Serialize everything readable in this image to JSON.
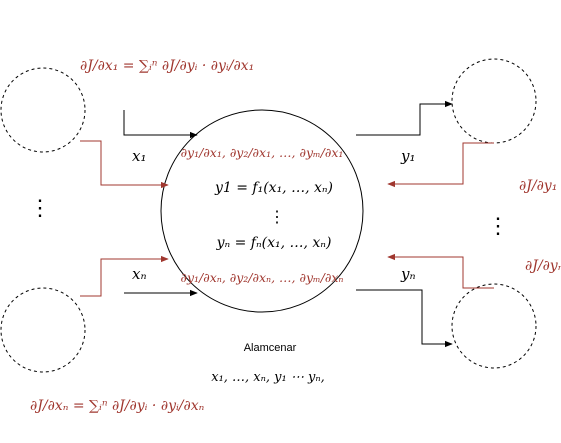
{
  "colors": {
    "black": "#000000",
    "red": "#a0372f"
  },
  "central_node": {
    "top_red": "∂y₁/∂x₁, ∂y₂/∂x₁, …, ∂yₘ/∂x₁",
    "eq_y1": "y1 = f₁(x₁, …, xₙ)",
    "vdots": "⋮",
    "eq_yn": "yₙ = fₙ(x₁, …, xₙ)",
    "bottom_red": "∂y₁/∂xₙ, ∂y₂/∂xₙ, …, ∂yₘ/∂xₙ"
  },
  "edge_labels": {
    "x1": "x₁",
    "xn": "xₙ",
    "y1": "y₁",
    "yn": "yₙ"
  },
  "gradients": {
    "dJ_dx1": "∂J/∂x₁ = ∑ᵢⁿ ∂J/∂yᵢ · ∂yᵢ/∂x₁",
    "dJ_dxn": "∂J/∂xₙ = ∑ᵢⁿ ∂J/∂yᵢ · ∂yᵢ/∂xₙ",
    "dJ_dy1": "∂J/∂y₁",
    "dJ_dyn": "∂J/∂yₙ"
  },
  "dots_left": "⋮",
  "dots_right": "⋮",
  "store_label": "Alamcenar",
  "store_values": "x₁, …, xₙ, y₁ ⋯ yₙ,"
}
